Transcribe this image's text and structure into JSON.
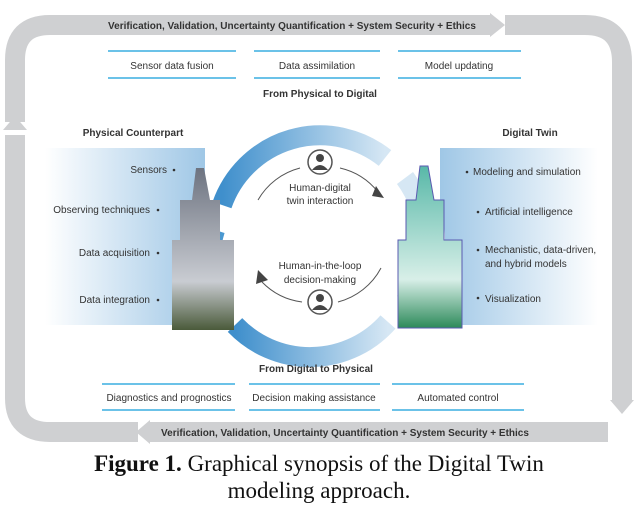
{
  "loop_top": "Verification, Validation, Uncertainty Quantification + System Security + Ethics",
  "loop_bottom": "Verification, Validation, Uncertainty Quantification + System Security  + Ethics",
  "top_boxes": [
    "Sensor data fusion",
    "Data assimilation",
    "Model updating"
  ],
  "from_physical": "From Physical to Digital",
  "from_digital": "From Digital to Physical",
  "bottom_boxes": [
    "Diagnostics and prognostics",
    "Decision making assistance",
    "Automated control"
  ],
  "physical": {
    "title": "Physical Counterpart",
    "items": [
      "Sensors",
      "Observing techniques",
      "Data acquisition",
      "Data integration"
    ]
  },
  "digital": {
    "title": "Digital Twin",
    "items": [
      "Modeling and simulation",
      "Artificial intelligence",
      "Mechanistic, data-driven,",
      "and hybrid models",
      "Visualization"
    ]
  },
  "center": {
    "top": [
      "Human-digital",
      "twin interaction"
    ],
    "bottom": [
      "Human-in-the-loop",
      "decision-making"
    ]
  },
  "caption": {
    "label": "Figure 1.",
    "text_line1": " Graphical synopsis of the Digital Twin",
    "text_line2": "modeling approach."
  },
  "colors": {
    "loop": "#cfd0d2",
    "accent": "#3aaee0",
    "blue": "#4a98d0"
  }
}
